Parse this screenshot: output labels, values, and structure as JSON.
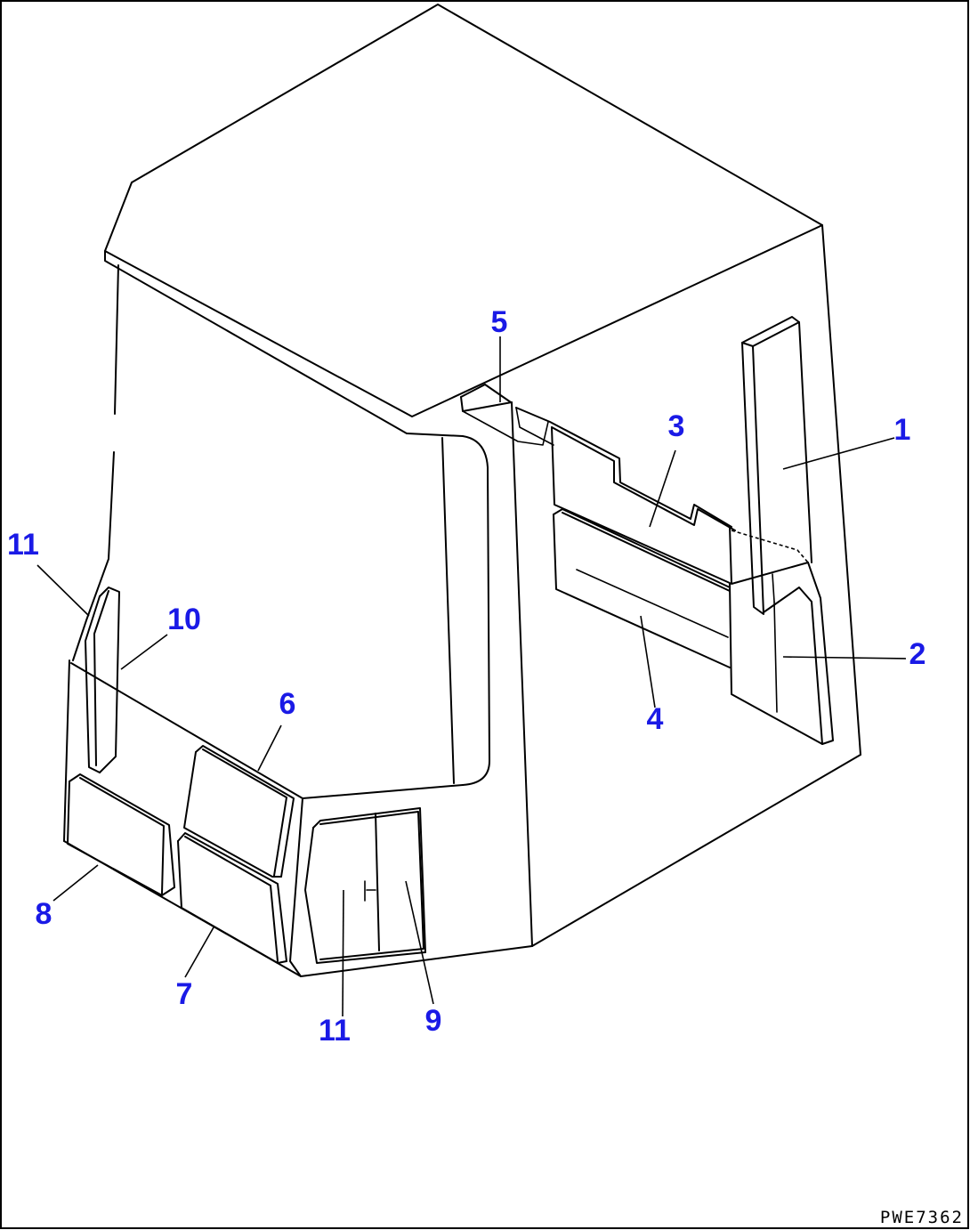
{
  "callout_color": "#1a1ae6",
  "callouts": [
    {
      "label": "1"
    },
    {
      "label": "2"
    },
    {
      "label": "3"
    },
    {
      "label": "4"
    },
    {
      "label": "5"
    },
    {
      "label": "6"
    },
    {
      "label": "7"
    },
    {
      "label": "8"
    },
    {
      "label": "9"
    },
    {
      "label": "10"
    },
    {
      "label": "11"
    },
    {
      "label": "11"
    }
  ],
  "drawing_code": "PWE7362"
}
